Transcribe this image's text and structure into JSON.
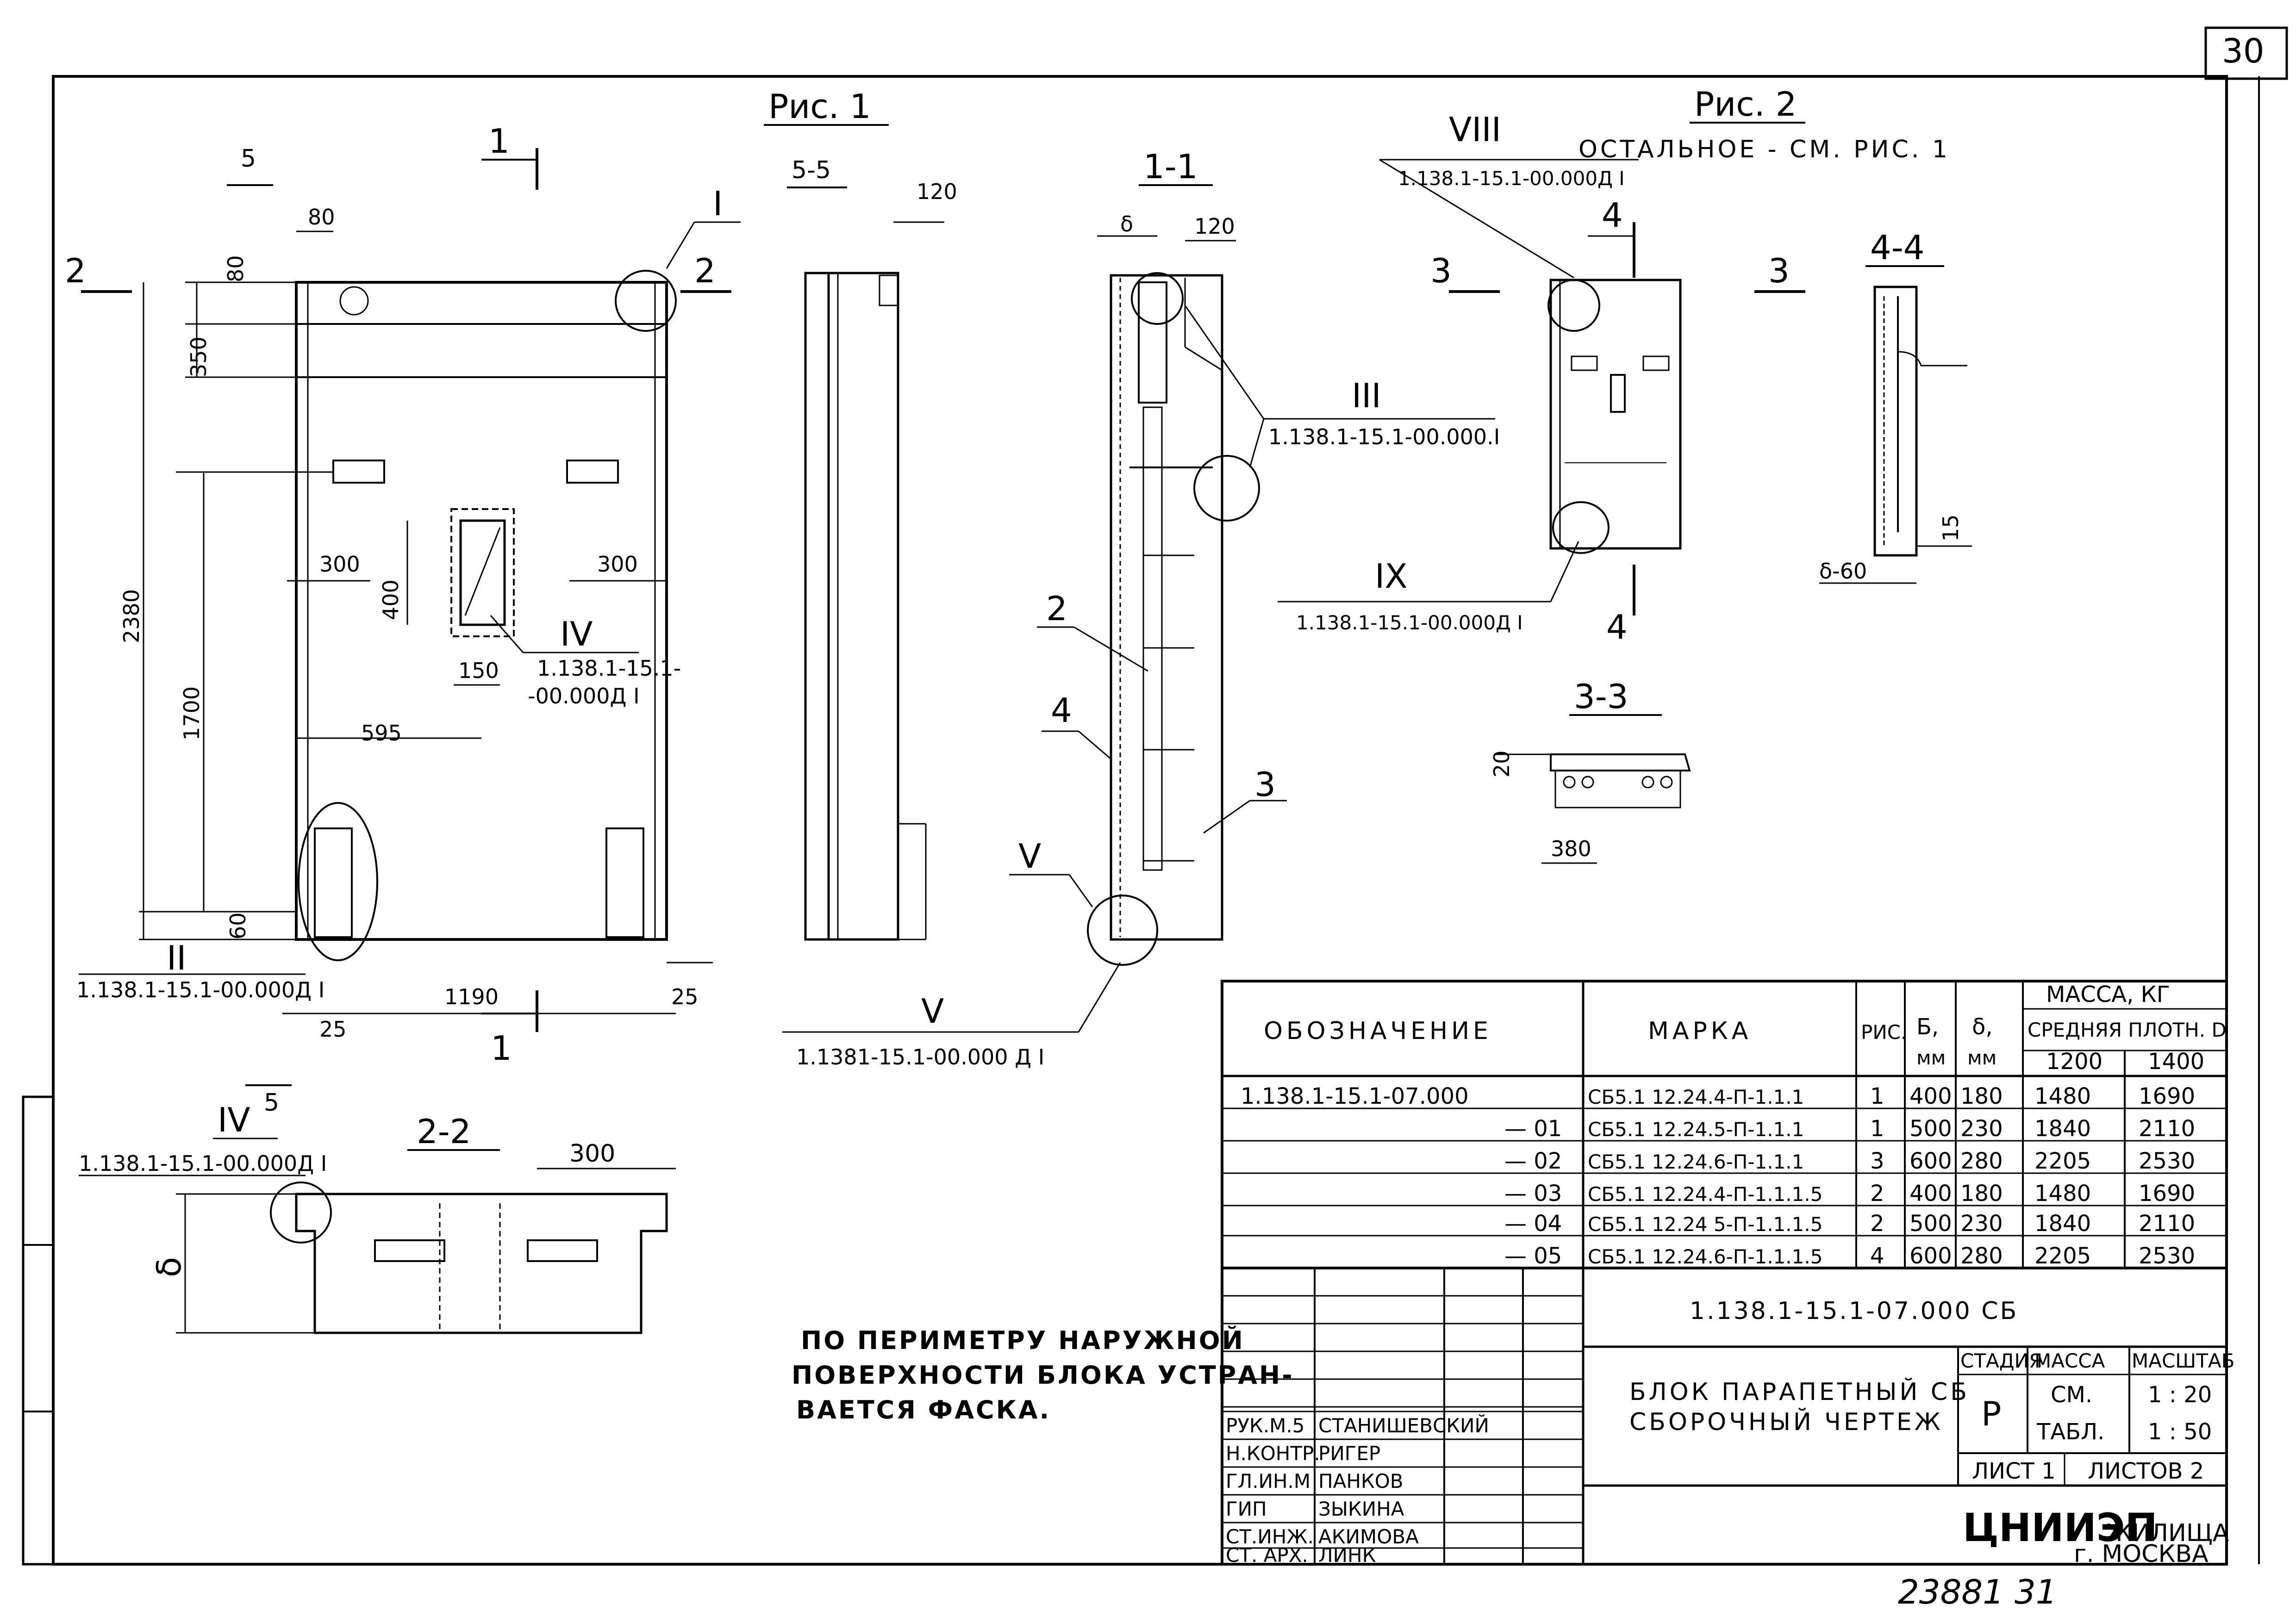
{
  "sheet_corner_number": "30",
  "bottom_stamp": "23881 31",
  "fig1": {
    "title": "Рис. 1",
    "section_marks": [
      "1",
      "1",
      "2",
      "2",
      "5",
      "5"
    ],
    "callouts": {
      "I": "I",
      "II": "II",
      "IV": "IV"
    },
    "dims": {
      "d80a": "80",
      "d80b": "80",
      "d350": "350",
      "d2380": "2380",
      "d1700": "1700",
      "d300l": "300",
      "d400": "400",
      "d300r": "300",
      "d150": "150",
      "d595": "595",
      "d60": "60",
      "d25l": "25",
      "d1190": "1190",
      "d25r": "25"
    },
    "refs": {
      "ref_II": "1.138.1-15.1-00.000Д I",
      "ref_IV_1": "1.138.1-15.1-",
      "ref_IV_2": "-00.000Д I"
    }
  },
  "section_5_5": {
    "title": "5-5",
    "dim120": "120"
  },
  "section_1_1": {
    "title": "1-1",
    "dim_delta": "δ",
    "dim120": "120",
    "callout_III": "III",
    "ref_III": "1.138.1-15.1-00.000.I",
    "leaders": [
      "2",
      "4",
      "3"
    ],
    "callout_V": "V",
    "ref_V_top": "V",
    "ref_V": "1.1381-15.1-00.000 Д I"
  },
  "fig2": {
    "title": "Рис. 2",
    "note": "ОСТАЛЬНОЕ - СМ. РИС. 1",
    "callout_VIII": "VIII",
    "ref_VIII": "1.138.1-15.1-00.000Д I",
    "section_marks": [
      "4",
      "4",
      "3",
      "3"
    ],
    "callout_IX": "IX",
    "ref_IX": "1.138.1-15.1-00.000Д I"
  },
  "section_4_4": {
    "title": "4-4",
    "dim15": "15",
    "dim_s60": "δ-60"
  },
  "section_3_3": {
    "title": "3-3",
    "dim20": "20",
    "dim380": "380"
  },
  "section_2_2": {
    "title": "2-2",
    "callout_IV": "IV",
    "ref_IV": "1.138.1-15.1-00.000Д I",
    "dim300": "300",
    "dim_delta": "δ"
  },
  "chamfer_note": [
    "ПО ПЕРИМЕТРУ НАРУЖНОЙ",
    "ПОВЕРХНОСТИ БЛОКА УСТРАН-",
    "ВАЕТСЯ ФАСКА."
  ],
  "spec_table": {
    "headers": {
      "designation": "ОБОЗНАЧЕНИЕ",
      "mark": "МАРКА",
      "fig": "РИС.",
      "b": "Б,",
      "b_unit": "мм",
      "d": "δ,",
      "d_unit": "мм",
      "mass": "МАССА, КГ",
      "density": "СРЕДНЯЯ ПЛОТН. D",
      "d1200": "1200",
      "d1400": "1400"
    },
    "rows": [
      {
        "designation": "1.138.1-15.1-07.000",
        "mark": "СБ5.1 12.24.4-П-1.1.1",
        "fig": "1",
        "b": "400",
        "d": "180",
        "m1200": "1480",
        "m1400": "1690"
      },
      {
        "designation": "— 01",
        "mark": "СБ5.1 12.24.5-П-1.1.1",
        "fig": "1",
        "b": "500",
        "d": "230",
        "m1200": "1840",
        "m1400": "2110"
      },
      {
        "designation": "— 02",
        "mark": "СБ5.1 12.24.6-П-1.1.1",
        "fig": "3",
        "b": "600",
        "d": "280",
        "m1200": "2205",
        "m1400": "2530"
      },
      {
        "designation": "— 03",
        "mark": "СБ5.1 12.24.4-П-1.1.1.5",
        "fig": "2",
        "b": "400",
        "d": "180",
        "m1200": "1480",
        "m1400": "1690"
      },
      {
        "designation": "— 04",
        "mark": "СБ5.1 12.24 5-П-1.1.1.5",
        "fig": "2",
        "b": "500",
        "d": "230",
        "m1200": "1840",
        "m1400": "2110"
      },
      {
        "designation": "— 05",
        "mark": "СБ5.1 12.24.6-П-1.1.1.5",
        "fig": "4",
        "b": "600",
        "d": "280",
        "m1200": "2205",
        "m1400": "2530"
      }
    ]
  },
  "title_block": {
    "doc_code": "1.138.1-15.1-07.000 СБ",
    "name_line1": "БЛОК ПАРАПЕТНЫЙ СБ",
    "name_line2": "СБОРОЧНЫЙ ЧЕРТЕЖ",
    "stage_label": "СТАДИЯ",
    "mass_label": "МАССА",
    "scale_label": "МАСШТАБ",
    "stage": "Р",
    "mass_1": "СМ.",
    "mass_2": "ТАБЛ.",
    "scale_1": "1 : 20",
    "scale_2": "1 : 50",
    "sheet": "ЛИСТ 1",
    "sheets": "ЛИСТОВ 2",
    "org": "ЦНИИЭП",
    "org2": "ЖИЛИЩА",
    "city": "г. МОСКВА",
    "signatures": [
      {
        "role": "РУК.М.5",
        "name": "СТАНИШЕВСКИЙ"
      },
      {
        "role": "Н.КОНТР.",
        "name": "РИГЕР"
      },
      {
        "role": "ГЛ.ИН.М",
        "name": "ПАНКОВ"
      },
      {
        "role": "ГИП",
        "name": "ЗЫКИНА"
      },
      {
        "role": "СТ.ИНЖ.",
        "name": "АКИМОВА"
      },
      {
        "role": "СТ. АРХ.",
        "name": "ЛИНК"
      }
    ]
  }
}
